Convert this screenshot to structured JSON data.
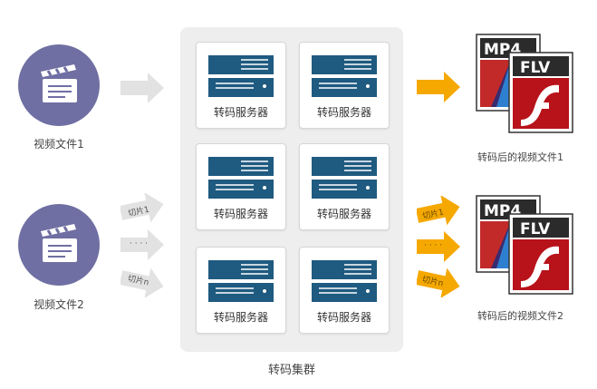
{
  "inputs": [
    {
      "label": "视频文件1",
      "icon": "clapperboard-icon"
    },
    {
      "label": "视频文件2",
      "icon": "clapperboard-icon"
    }
  ],
  "input_arrows": {
    "video1": [
      ""
    ],
    "video2": [
      "切片1",
      "· · · ·",
      "切片n"
    ]
  },
  "cluster": {
    "title": "转码集群",
    "servers": [
      "转码服务器",
      "转码服务器",
      "转码服务器",
      "转码服务器",
      "转码服务器",
      "转码服务器"
    ]
  },
  "output_arrows": {
    "file1": [
      ""
    ],
    "file2": [
      "切片1",
      "· · · ·",
      "切片n"
    ]
  },
  "outputs": [
    {
      "label": "转码后的视频文件1",
      "formats": [
        "MP4",
        "FLV"
      ]
    },
    {
      "label": "转码后的视频文件2",
      "formats": [
        "MP4",
        "FLV"
      ]
    }
  ],
  "colors": {
    "video_icon": "#6f6fa3",
    "server": "#1f5a80",
    "gray_arrow": "#e2e2e2",
    "orange_arrow": "#f5a800",
    "cluster_bg": "#eeeeee",
    "flv_red": "#c8141b"
  }
}
